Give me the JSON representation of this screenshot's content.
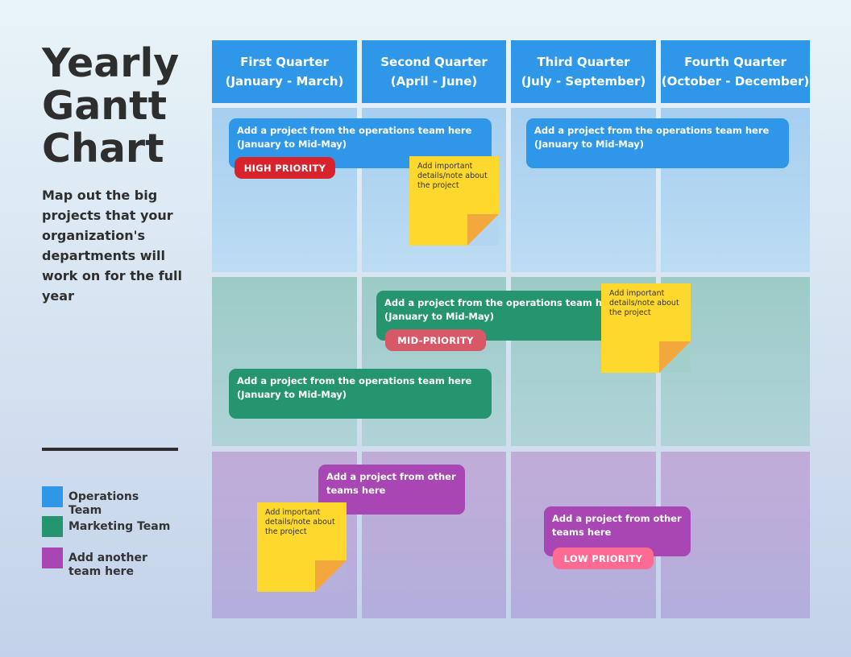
{
  "title": "Yearly Gantt Chart",
  "subtitle": "Map out the big projects that your organization's departments will work on for the full year",
  "quarters": [
    {
      "name": "First Quarter",
      "range": "(January - March)"
    },
    {
      "name": "Second Quarter",
      "range": "(April - June)"
    },
    {
      "name": "Third Quarter",
      "range": "(July - September)"
    },
    {
      "name": "Fourth Quarter",
      "range": "(October - December)"
    }
  ],
  "legend": [
    {
      "label": "Operations Team",
      "color": "#2f97e8"
    },
    {
      "label": "Marketing Team",
      "color": "#25956f"
    },
    {
      "label": "Add another team here",
      "color": "#a846b4"
    }
  ],
  "colors": {
    "header": "#2f97e8",
    "operations": "#2f97e8",
    "marketing": "#25956f",
    "other": "#a846b4",
    "high_priority": "#d9232c",
    "mid_priority": "#d75867",
    "low_priority": "#fd6b92",
    "note": "#fed82d"
  },
  "projects": [
    {
      "line1": "Add a project from the operations team here",
      "line2": "(January to Mid-May)"
    },
    {
      "line1": "Add a project from the operations team here",
      "line2": "(January to Mid-May)"
    },
    {
      "line1": "Add a project from the operations team here",
      "line2": "(January to Mid-May)"
    },
    {
      "line1": "Add a project from the operations team here",
      "line2": "(January to Mid-May)"
    },
    {
      "text": "Add a project from other teams here"
    },
    {
      "text": "Add a project from other teams here"
    }
  ],
  "badges": {
    "high": "HIGH PRIORITY",
    "mid": "MID-PRIORITY",
    "low": "LOW PRIORITY"
  },
  "notes": [
    {
      "text": "Add important details/note about the project"
    },
    {
      "text": "Add important details/note about the project"
    },
    {
      "text": "Add important details/note about the project"
    }
  ]
}
